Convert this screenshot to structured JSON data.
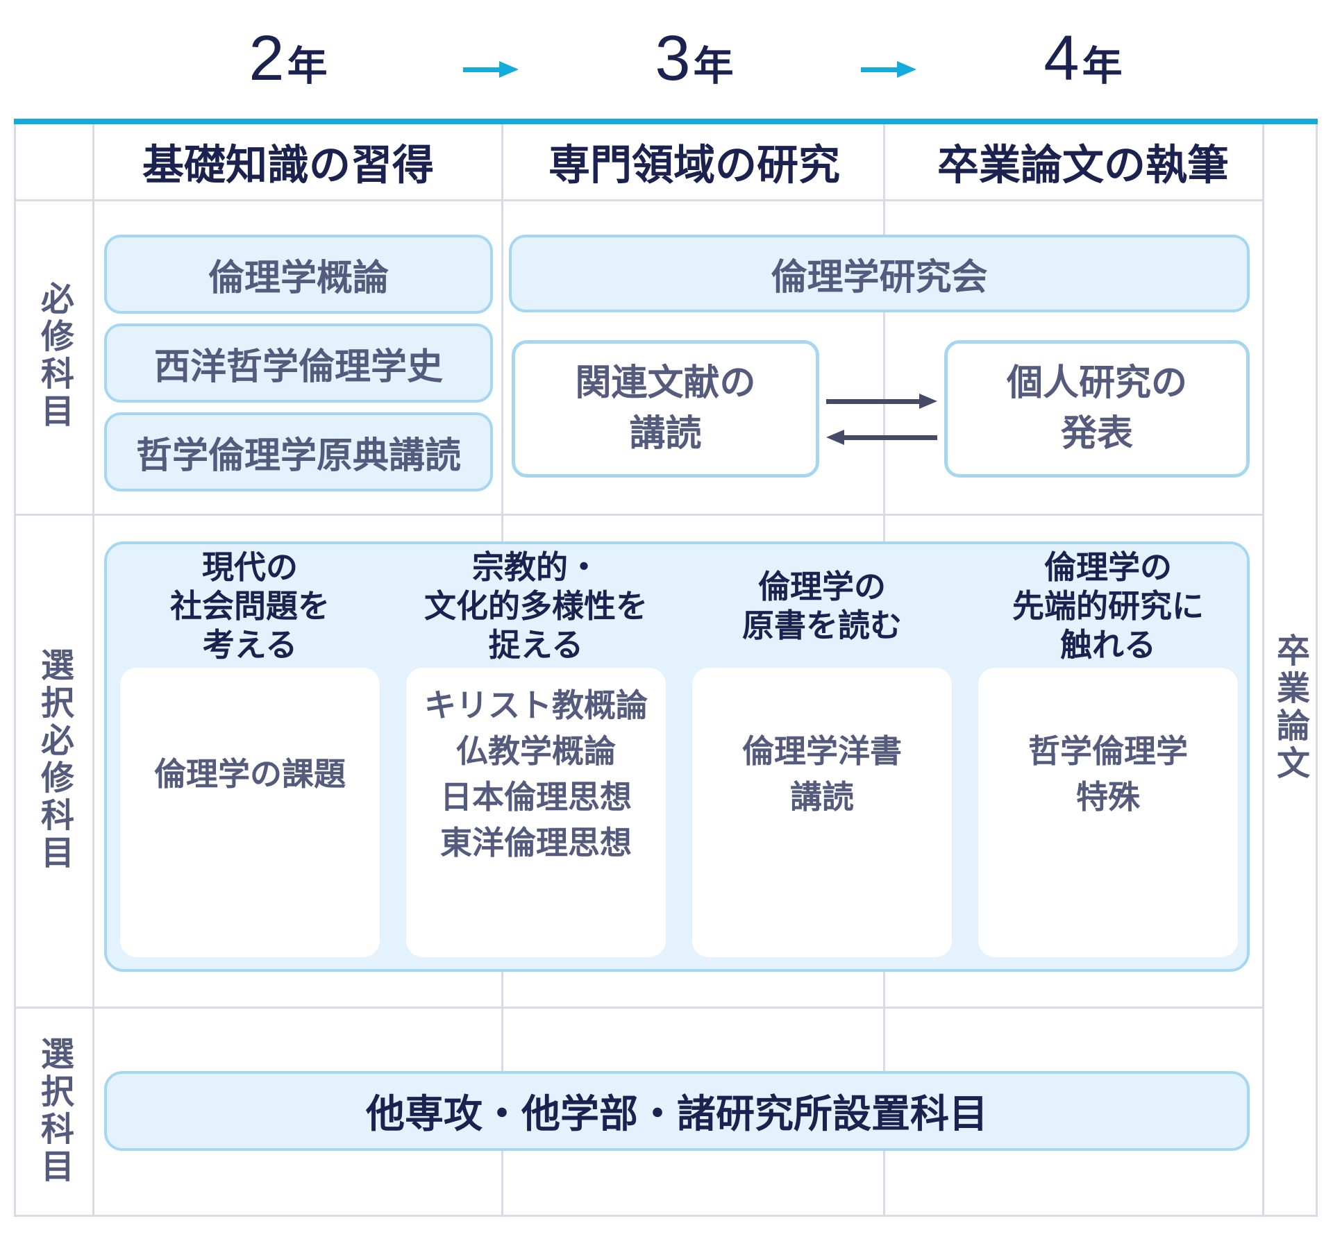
{
  "colors": {
    "cyan": "#12abdc",
    "navy": "#1c2250",
    "slate": "#545b7d",
    "box_fill": "#e3f2fc",
    "box_border": "#a5d8f0",
    "grid_line": "#d9dae6",
    "dark_arrow": "#454b66"
  },
  "timeline": {
    "years": [
      {
        "number": "2",
        "suffix": "年"
      },
      {
        "number": "3",
        "suffix": "年"
      },
      {
        "number": "4",
        "suffix": "年"
      }
    ]
  },
  "phases": [
    "基礎知識の習得",
    "専門領域の研究",
    "卒業論文の執筆"
  ],
  "row_labels": {
    "required": "必修科目",
    "elective_required": "選択必修科目",
    "elective": "選択科目"
  },
  "right_label": "卒業論文",
  "required": {
    "courses": [
      "倫理学概論",
      "西洋哲学倫理学史",
      "哲学倫理学原典講読"
    ],
    "seminar": "倫理学研究会",
    "reading": {
      "line1": "関連文献の",
      "line2": "講読"
    },
    "presentation": {
      "line1": "個人研究の",
      "line2": "発表"
    }
  },
  "elective_required": {
    "groups": [
      {
        "heading": [
          "現代の",
          "社会問題を",
          "考える"
        ],
        "courses": [
          "倫理学の課題"
        ]
      },
      {
        "heading": [
          "宗教的・",
          "文化的多様性を",
          "捉える"
        ],
        "courses": [
          "キリスト教概論",
          "仏教学概論",
          "日本倫理思想",
          "東洋倫理思想"
        ]
      },
      {
        "heading": [
          "倫理学の",
          "原書を読む"
        ],
        "courses": [
          "倫理学洋書",
          "講読"
        ]
      },
      {
        "heading": [
          "倫理学の",
          "先端的研究に",
          "触れる"
        ],
        "courses": [
          "哲学倫理学",
          "特殊"
        ]
      }
    ]
  },
  "elective": {
    "box": "他専攻・他学部・諸研究所設置科目"
  }
}
